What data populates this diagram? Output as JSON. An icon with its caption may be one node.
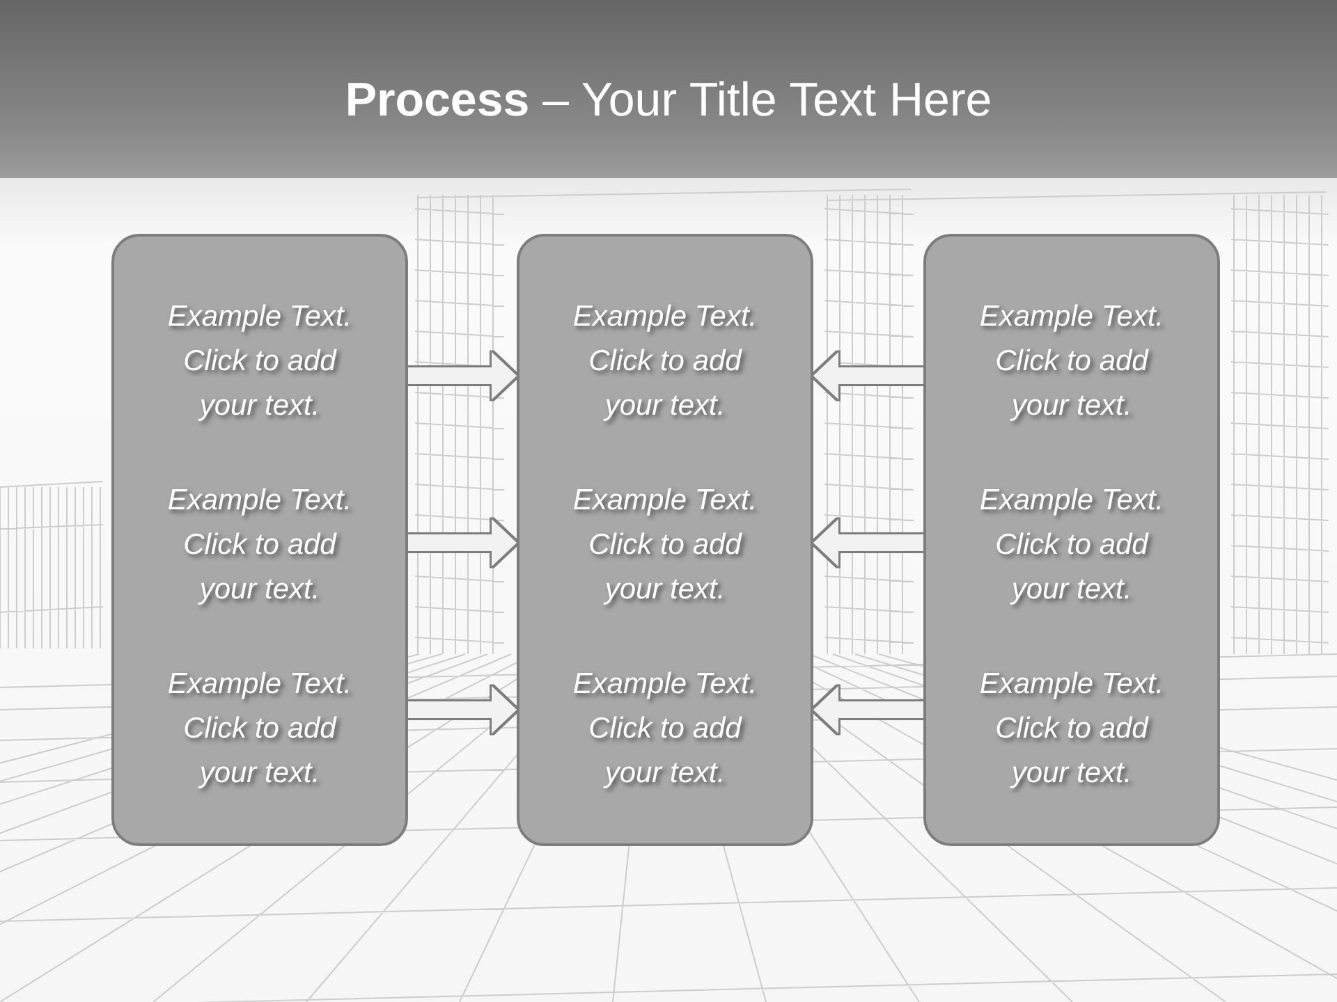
{
  "diagram": {
    "title": "**Process** – Your Title Text Here",
    "nodes": [
      {
        "text": [
          "Example Text. Click to add your text.",
          "Example Text. Click to add your text.",
          "Example Text. Click to add your text."
        ]
      },
      {
        "text": [
          "Example Text. Click to add your text.",
          "Example Text. Click to add your text.",
          "Example Text. Click to add your text."
        ]
      },
      {
        "text": [
          "Example Text. Click to add your text.",
          "Example Text. Click to add your text.",
          "Example Text. Click to add your text."
        ]
      }
    ],
    "edges": [
      {
        "from": 0,
        "to": 1,
        "arrow": "to"
      },
      {
        "from": 2,
        "to": 1,
        "arrow": "to"
      },
      {
        "from": 0,
        "to": 1,
        "arrow": "to"
      },
      {
        "from": 2,
        "to": 1,
        "arrow": "to"
      },
      {
        "from": 0,
        "to": 1,
        "arrow": "to"
      },
      {
        "from": 2,
        "to": 1,
        "arrow": "to"
      }
    ]
  }
}
